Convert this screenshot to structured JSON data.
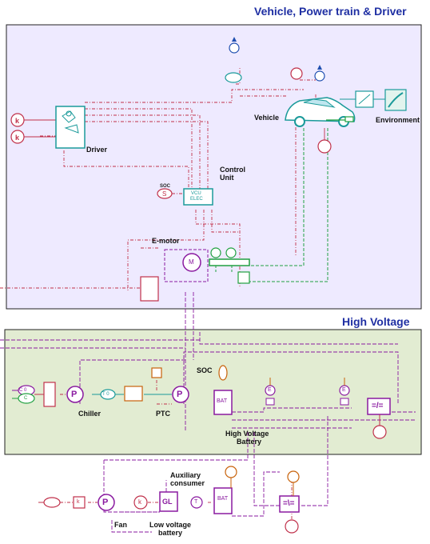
{
  "titles": {
    "top": "Vehicle, Power train & Driver",
    "middle": "High Voltage"
  },
  "labels": {
    "vehicle": "Vehicle",
    "environment": "Environment",
    "driver": "Driver",
    "control_unit_1": "Control",
    "control_unit_2": "Unit",
    "soc_top": "SOC",
    "e_motor": "E-motor",
    "soc_hv": "SOC",
    "chiller": "Chiller",
    "ptc": "PTC",
    "hv_battery_1": "High Voltage",
    "hv_battery_2": "Battery",
    "aux_1": "Auxiliary",
    "aux_2": "consumer",
    "fan": "Fan",
    "lv_battery_1": "Low voltage",
    "lv_battery_2": "battery"
  },
  "block_text": {
    "k": "k",
    "vcu": "VCU",
    "elec": "ELEC",
    "s": "S",
    "p": "P",
    "bat": "BAT",
    "gl": "GL",
    "dcdc": "=/=",
    "dcdc2": "=\\=",
    "c0": "C 0",
    "c": "C",
    "t0": "T 0",
    "e": "E",
    "t": "T",
    "m": "M"
  },
  "colors": {
    "title_blue": "#1f2fa3",
    "top_panel_bg": "#eeeaff",
    "hv_panel_bg": "#e2ecd2",
    "signal_red": "#c0304a",
    "green": "#20a040",
    "purple": "#8a1aa0",
    "teal": "#1a9a9a",
    "orange": "#c8620a",
    "blue": "#1f4fb0"
  }
}
